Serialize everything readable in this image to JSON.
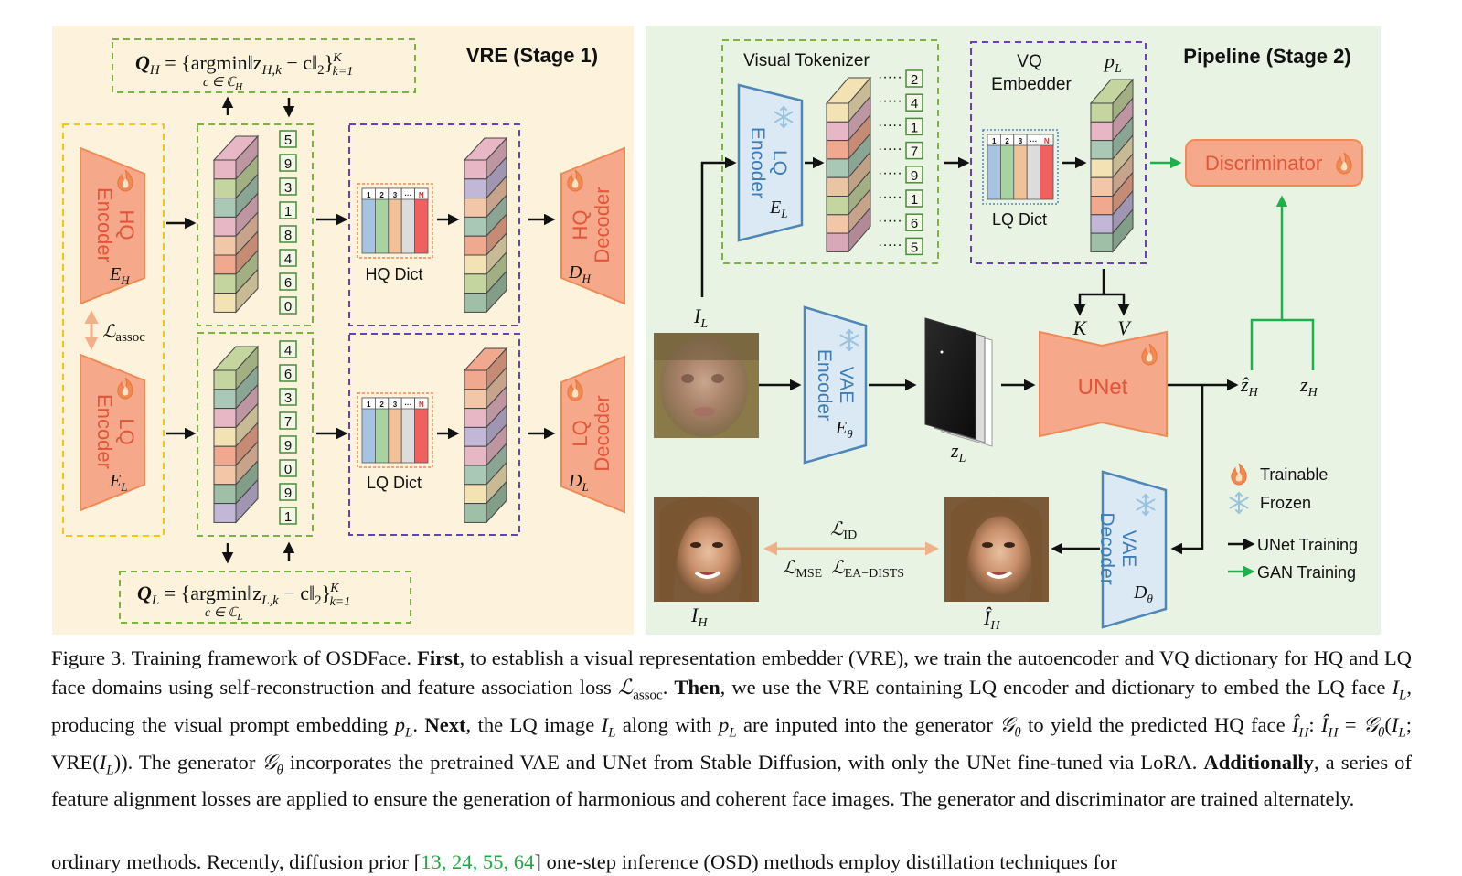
{
  "stage1": {
    "title": "VRE (Stage 1)",
    "hq_encoder": {
      "line1": "HQ",
      "line2": "Encoder",
      "sym": "E",
      "sub": "H"
    },
    "lq_encoder": {
      "line1": "LQ",
      "line2": "Encoder",
      "sym": "E",
      "sub": "L"
    },
    "hq_decoder": {
      "line1": "HQ",
      "line2": "Decoder",
      "sym": "D",
      "sub": "H"
    },
    "lq_decoder": {
      "line1": "LQ",
      "line2": "Decoder",
      "sym": "D",
      "sub": "L"
    },
    "assoc_loss": {
      "sym": "ℒ",
      "sub": "assoc"
    },
    "hq_indices": [
      "5",
      "9",
      "3",
      "1",
      "8",
      "4",
      "6",
      "0"
    ],
    "lq_indices": [
      "4",
      "6",
      "3",
      "7",
      "9",
      "0",
      "9",
      "1"
    ],
    "hq_dict_label": "HQ Dict",
    "lq_dict_label": "LQ Dict",
    "dict_cols": [
      "1",
      "2",
      "3",
      "···",
      "N"
    ],
    "qh_formula": {
      "lhs": "Q",
      "lhs_sub": "H",
      "eq": " = {argmin‖z",
      "zsub": "H,k",
      "mid": " − c‖",
      "norm_sub": "2",
      "close": "}",
      "k_sup": "K",
      "k_sub": "k=1",
      "arg_sub": "c ∈ ℂ",
      "arg_sub_sub": "H"
    },
    "ql_formula": {
      "lhs": "Q",
      "lhs_sub": "L",
      "eq": " = {argmin‖z",
      "zsub": "L,k",
      "mid": " − c‖",
      "norm_sub": "2",
      "close": "}",
      "k_sup": "K",
      "k_sub": "k=1",
      "arg_sub": "c ∈ ℂ",
      "arg_sub_sub": "L"
    }
  },
  "stage2": {
    "title": "Pipeline (Stage 2)",
    "visual_tokenizer": "Visual Tokenizer",
    "vq_embedder_1": "VQ",
    "vq_embedder_2": "Embedder",
    "pL": {
      "sym": "p",
      "sub": "L"
    },
    "lq_encoder": {
      "line1": "LQ",
      "line2": "Encoder",
      "sym": "E",
      "sub": "L"
    },
    "token_indices": [
      "2",
      "4",
      "1",
      "7",
      "9",
      "1",
      "6",
      "5"
    ],
    "lq_dict_label": "LQ Dict",
    "discriminator": "Discriminator",
    "IL": {
      "sym": "I",
      "sub": "L"
    },
    "vae_encoder": {
      "line1": "VAE",
      "line2": "Encoder",
      "sym": "E",
      "sub": "θ"
    },
    "zL": {
      "sym": "z",
      "sub": "L"
    },
    "K": "K",
    "V": "V",
    "unet": "UNet",
    "zhat_H": {
      "sym": "ẑ",
      "sub": "H"
    },
    "z_H": {
      "sym": "z",
      "sub": "H"
    },
    "vae_decoder": {
      "line1": "VAE",
      "line2": "Decoder",
      "sym": "D",
      "sub": "θ"
    },
    "IH": {
      "sym": "I",
      "sub": "H"
    },
    "IhatH": {
      "sym": "Î",
      "sub": "H"
    },
    "loss_id": {
      "sym": "ℒ",
      "sub": "ID"
    },
    "loss_mse": {
      "sym": "ℒ",
      "sub": "MSE"
    },
    "loss_ea": {
      "sym": "ℒ",
      "sub": "EA−DISTS"
    },
    "legend": {
      "trainable": "Trainable",
      "frozen": "Frozen",
      "unet_training": "UNet Training",
      "gan_training": "GAN Training"
    }
  },
  "caption": {
    "fig": "Figure 3. Training framework of OSDFace. ",
    "first": "First",
    "t1": ", to establish a visual representation embedder (VRE), we train the autoencoder and VQ dictionary for HQ and LQ face domains using self-reconstruction and feature association loss ",
    "assoc": "ℒ",
    "assoc_sub": "assoc",
    "t2": ". ",
    "then": "Then",
    "t3": ", we use the VRE containing LQ encoder and dictionary to embed the LQ face ",
    "IL": "I",
    "IL_sub": "L",
    "t4": ", producing the visual prompt embedding ",
    "pL": "p",
    "pL_sub": "L",
    "t5": ". ",
    "next": "Next",
    "t6": ", the LQ image ",
    "t7": " along with ",
    "t8": " are inputed into the generator ",
    "G": "𝒢",
    "G_sub": "θ",
    "t9": " to yield the predicted HQ face ",
    "IH": "Î",
    "IH_sub": "H",
    "t10": ": ",
    "eq": " = ",
    "eq2": "(",
    "eq3": "; VRE(",
    "eq4": ")). The generator ",
    "t11": " incorporates the pretrained VAE and UNet from Stable Diffusion, with only the UNet fine-tuned via LoRA. ",
    "additionally": "Additionally",
    "t12": ", a series of feature alignment losses are applied to ensure the generation of harmonious and coherent face images. The generator and discriminator are trained alternately."
  },
  "next_line": {
    "a": "ordinary methods. Recently, diffusion prior [",
    "refs": "13, 24, 55, 64",
    "b": "] one-step inference (OSD) methods employ distillation techniques for"
  },
  "colors": {
    "stage1_bg": "#fdf3dc",
    "stage2_bg": "#e9f3e4",
    "trainable": "#f6a98a",
    "frozen": "#dbe9f4",
    "frozen_stroke": "#4e86b8",
    "unet_arrow": "#111111",
    "gan_arrow": "#1fb04e"
  }
}
